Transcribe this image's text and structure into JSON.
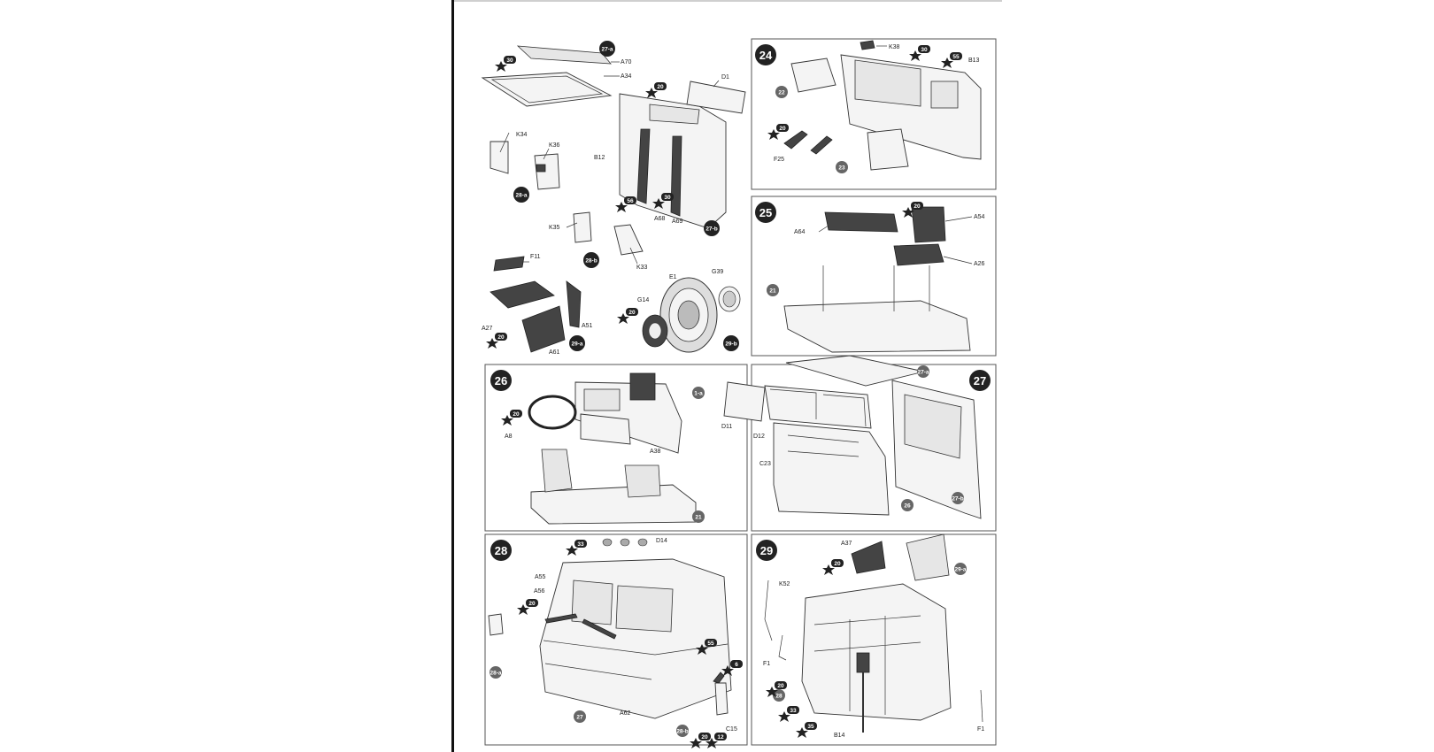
{
  "labels": {
    "A70": "A70",
    "A34": "A34",
    "D1": "D1",
    "K34": "K34",
    "K36": "K36",
    "B12": "B12",
    "A68": "A68",
    "A69": "A69",
    "K35": "K35",
    "K33": "K33",
    "F11": "F11",
    "E1": "E1",
    "G39": "G39",
    "G14": "G14",
    "A27": "A27",
    "A51": "A51",
    "A61": "A61",
    "K38": "K38",
    "B13": "B13",
    "F25": "F25",
    "A54": "A54",
    "A64": "A64",
    "A26": "A26",
    "A8": "A8",
    "A38": "A38",
    "D11": "D11",
    "D12": "D12",
    "C23": "C23",
    "D14": "D14",
    "A55": "A55",
    "A56": "A56",
    "A62": "A62",
    "C15": "C15",
    "A37": "A37",
    "K52": "K52",
    "F1a": "F1",
    "F1b": "F1",
    "B14": "B14"
  },
  "callouts": {
    "c27a_top": "27-a",
    "c27b": "27-b",
    "c28a": "28-a",
    "c28b": "28-b",
    "c29a": "29-a",
    "c29b": "29-b",
    "c22": "22",
    "c23": "23",
    "c21": "21",
    "c1a": "1-a",
    "c21b": "21",
    "c27a_s27": "27-a",
    "c26": "26",
    "c27b_s27": "27-b",
    "c28a_s28": "28-a",
    "c27": "27",
    "c28b_s28": "28-b",
    "c29a_s29": "29-a",
    "c28_s29": "28"
  },
  "paint_badges": {
    "b1": "30",
    "b2": "20",
    "b3": "56",
    "b4": "30",
    "b5": "20",
    "b6": "20",
    "b7": "20",
    "b8": "30",
    "b9": "55",
    "b10": "20",
    "b11": "20",
    "b12": "20",
    "b13": "33",
    "b14": "20",
    "b15": "55",
    "b16": "6",
    "b17": "20",
    "b18": "12",
    "b19": "20",
    "b20": "20",
    "b21": "33",
    "b22": "35"
  },
  "steps": {
    "s24": "24",
    "s25": "25",
    "s26": "26",
    "s27": "27",
    "s28": "28",
    "s29": "29"
  }
}
